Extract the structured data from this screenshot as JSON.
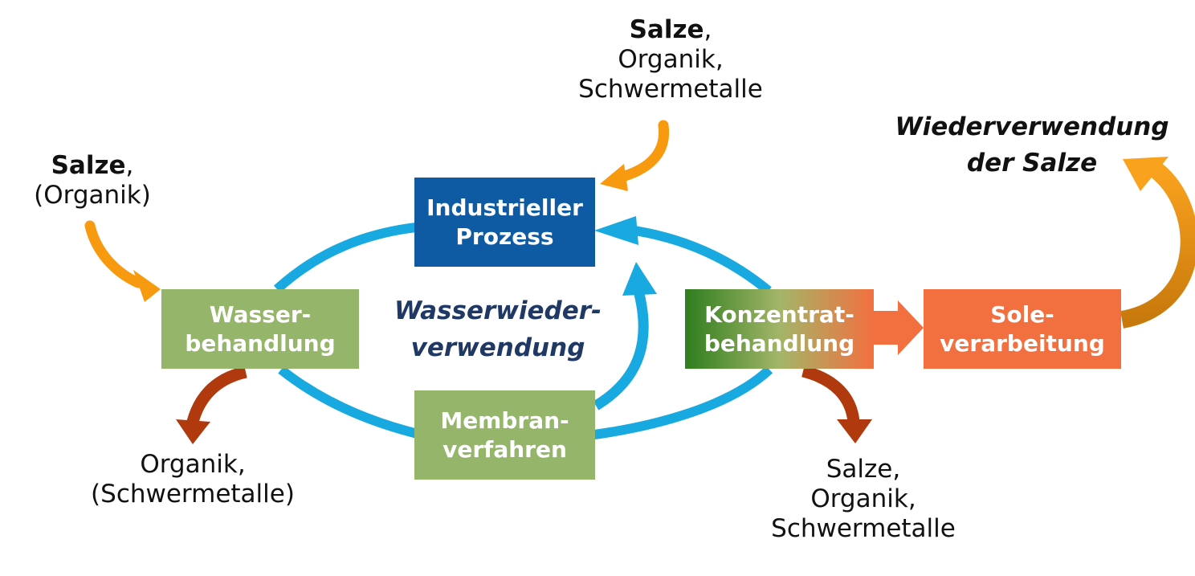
{
  "colors": {
    "cycle_blue": "#19a9e1",
    "process_blue": "#0e5ba4",
    "treatment_green": "#95b56a",
    "concentrate_green": "#2e7d1e",
    "brine_orange": "#f27040",
    "input_orange": "#f79a10",
    "output_red_brown": "#b03a0e",
    "center_text_navy": "#1f3864"
  },
  "boxes": {
    "industrial_process": {
      "line1": "Industrieller",
      "line2": "Prozess"
    },
    "water_treatment": {
      "line1": "Wasser-",
      "line2": "behandlung"
    },
    "membrane": {
      "line1": "Membran-",
      "line2": "verfahren"
    },
    "concentrate_treatment": {
      "line1": "Konzentrat-",
      "line2": "behandlung"
    },
    "brine_processing": {
      "line1": "Sole-",
      "line2": "verarbeitung"
    }
  },
  "center_label": {
    "line1": "Wasserwieder-",
    "line2": "verwendung"
  },
  "reuse_label": {
    "line1": "Wiederverwendung",
    "line2": "der Salze"
  },
  "annotations": {
    "top_input": {
      "bold": "Salze",
      "rest": ",",
      "line2": "Organik,",
      "line3": "Schwermetalle"
    },
    "left_input": {
      "bold": "Salze",
      "rest": ",",
      "line2": "(Organik)"
    },
    "left_output": {
      "line1": "Organik,",
      "line2": "(Schwermetalle)"
    },
    "right_output": {
      "line1": "Salze,",
      "line2": "Organik,",
      "line3": "Schwermetalle"
    }
  },
  "icons": [
    "cycle-arrow",
    "input-arrow",
    "output-arrow",
    "block-arrow",
    "return-arrow"
  ]
}
